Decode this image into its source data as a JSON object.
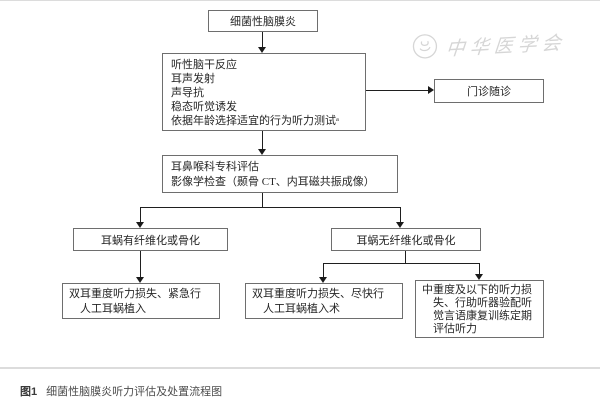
{
  "watermark": {
    "text": "中华医学会"
  },
  "flowchart": {
    "nodes": {
      "start": {
        "label": "细菌性脑膜炎"
      },
      "tests": {
        "label": "听性脑干反应\n耳声发射\n声导抗\n稳态听觉诱发\n依据年龄选择适宜的行为听力测试ᵃ"
      },
      "outpatient": {
        "label": "门诊随诊"
      },
      "ent_eval": {
        "label": "耳鼻喉科专科评估\n影像学检查（颞骨 CT、内耳磁共振成像）"
      },
      "fibrosis_yes": {
        "label": "耳蜗有纤维化或骨化"
      },
      "fibrosis_no": {
        "label": "耳蜗无纤维化或骨化"
      },
      "urgent_ci": {
        "label": "双耳重度听力损失、紧急行\n　人工耳蜗植入"
      },
      "prompt_ci": {
        "label": "双耳重度听力损失、尽快行\n　人工耳蜗植入术"
      },
      "aid_rehab": {
        "label": "中重度及以下的听力损\n　失、行助听器验配听\n　觉言语康复训练定期\n　评估听力"
      }
    },
    "edges": [
      {
        "from": "start",
        "to": "tests"
      },
      {
        "from": "tests",
        "to": "outpatient"
      },
      {
        "from": "tests",
        "to": "ent_eval"
      },
      {
        "from": "ent_eval",
        "to": "fibrosis_yes"
      },
      {
        "from": "ent_eval",
        "to": "fibrosis_no"
      },
      {
        "from": "fibrosis_yes",
        "to": "urgent_ci"
      },
      {
        "from": "fibrosis_no",
        "to": "prompt_ci"
      },
      {
        "from": "fibrosis_no",
        "to": "aid_rehab"
      }
    ]
  },
  "caption": {
    "label": "图1",
    "text": "细菌性脑膜炎听力评估及处置流程图"
  }
}
